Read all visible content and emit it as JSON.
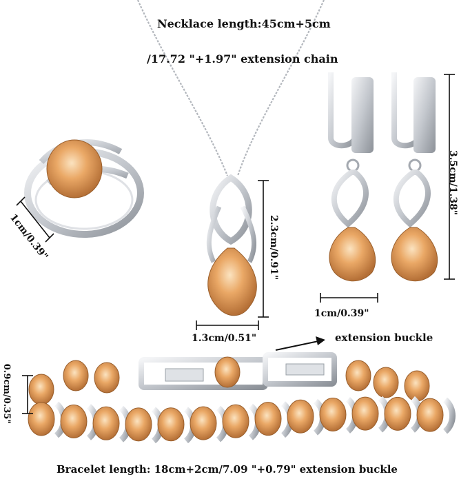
{
  "labels": {
    "necklace_line1": "Necklace length:45cm+5cm",
    "necklace_line2": "/17.72 \"+1.97\" extension chain",
    "ring_size": "1cm/0.39\"",
    "pendant_height": "2.3cm/0.91\"",
    "pendant_width": "1.3cm/0.51\"",
    "earring_height": "3.5cm/1.38\"",
    "earring_width": "1cm/0.39\"",
    "extension_buckle": "extension buckle",
    "bracelet_width": "0.9cm/0.35\"",
    "bracelet_length": "Bracelet length: 18cm+2cm/7.09 \"+0.79\" extension buckle"
  },
  "colors": {
    "gem": "#e8a45c",
    "gem_light": "#f7d6a6",
    "gem_dark": "#b8743a",
    "silver": "#c9ccd2",
    "silver_dark": "#8e939b",
    "text": "#111111"
  }
}
